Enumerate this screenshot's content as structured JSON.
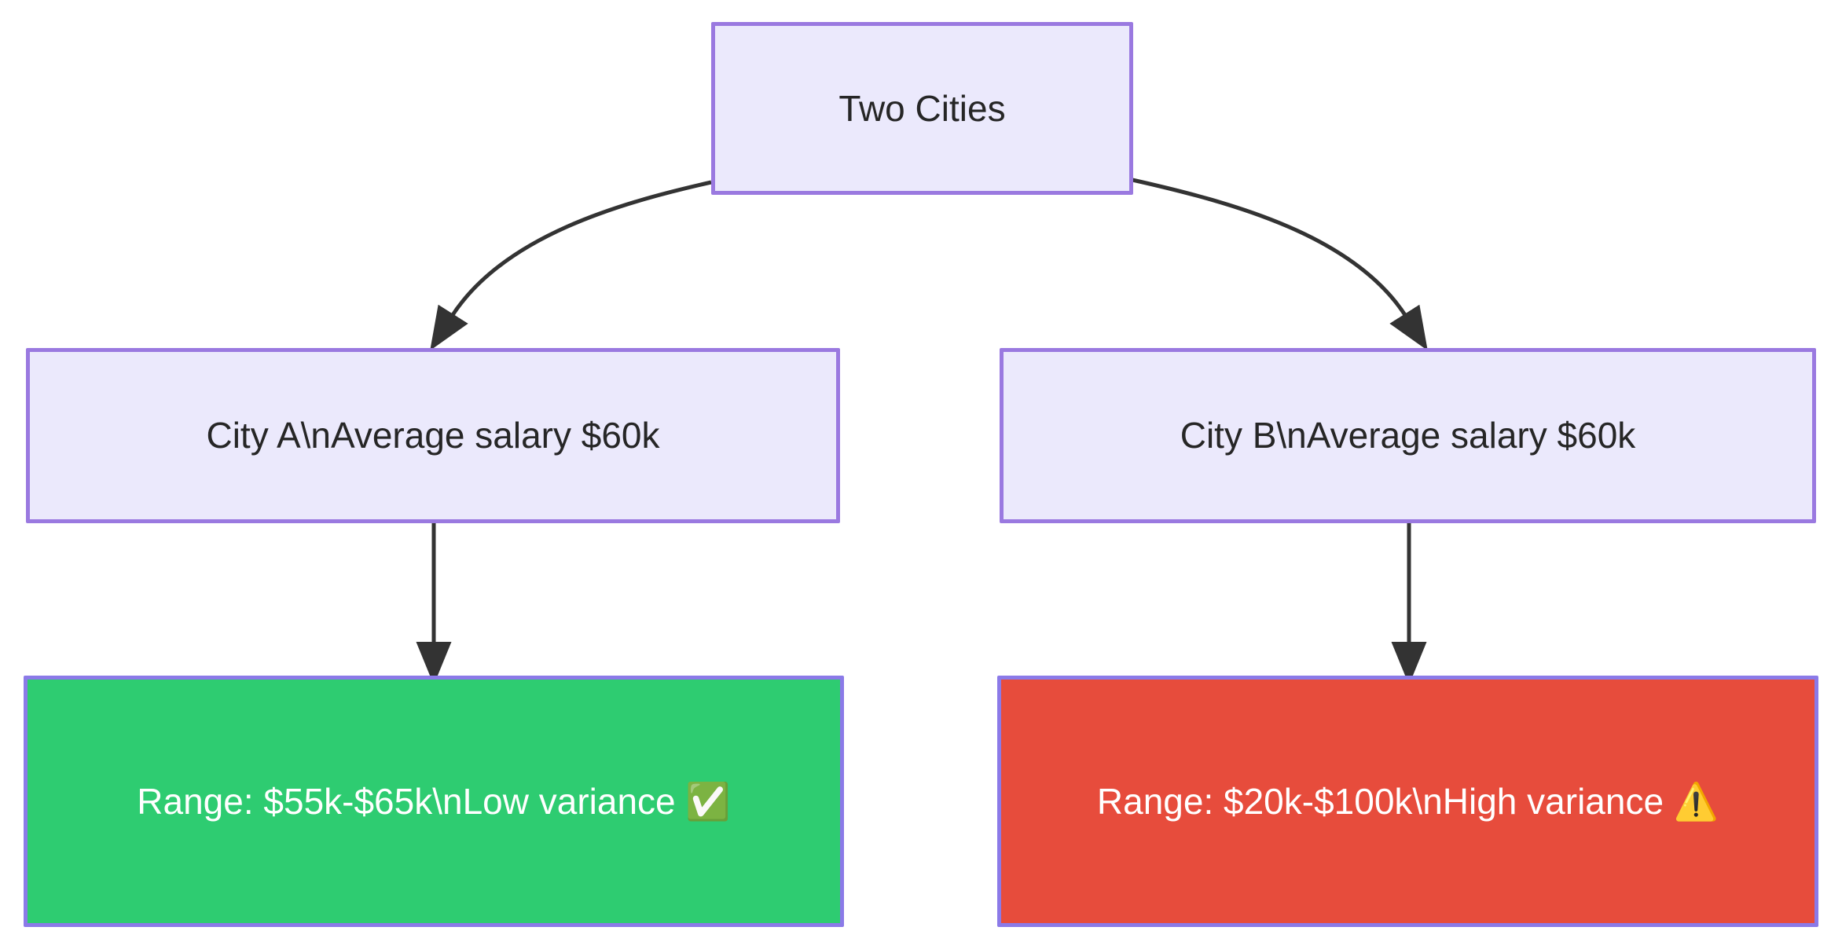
{
  "diagram": {
    "type": "flowchart",
    "direction": "top-down",
    "background_color": "#ffffff",
    "nodes": [
      {
        "id": "root",
        "label": "Two Cities",
        "fill": "#ebe9fc",
        "stroke": "#9a79e0",
        "text_color": "#262626"
      },
      {
        "id": "city-a",
        "label": "City A\\nAverage salary $60k",
        "fill": "#ebe9fc",
        "stroke": "#9a79e0",
        "text_color": "#262626"
      },
      {
        "id": "city-b",
        "label": "City B\\nAverage salary $60k",
        "fill": "#ebe9fc",
        "stroke": "#9a79e0",
        "text_color": "#262626"
      },
      {
        "id": "low-variance",
        "label": "Range: $55k-$65k\\nLow variance ✅",
        "fill": "#2ecc71",
        "stroke": "#8b7ae8",
        "text_color": "#ffffff"
      },
      {
        "id": "high-variance",
        "label": "Range: $20k-$100k\\nHigh variance ⚠️",
        "fill": "#e74c3c",
        "stroke": "#8b7ae8",
        "text_color": "#ffffff"
      }
    ],
    "edges": [
      {
        "id": "root-to-city-a",
        "from": "root",
        "to": "city-a",
        "label": "",
        "style": "curved-arrow",
        "color": "#333333"
      },
      {
        "id": "root-to-city-b",
        "from": "root",
        "to": "city-b",
        "label": "",
        "style": "curved-arrow",
        "color": "#333333"
      },
      {
        "id": "city-a-to-low-variance",
        "from": "city-a",
        "to": "low-variance",
        "label": "",
        "style": "straight-arrow",
        "color": "#333333"
      },
      {
        "id": "city-b-to-high-variance",
        "from": "city-b",
        "to": "high-variance",
        "label": "",
        "style": "straight-arrow",
        "color": "#333333"
      }
    ]
  }
}
